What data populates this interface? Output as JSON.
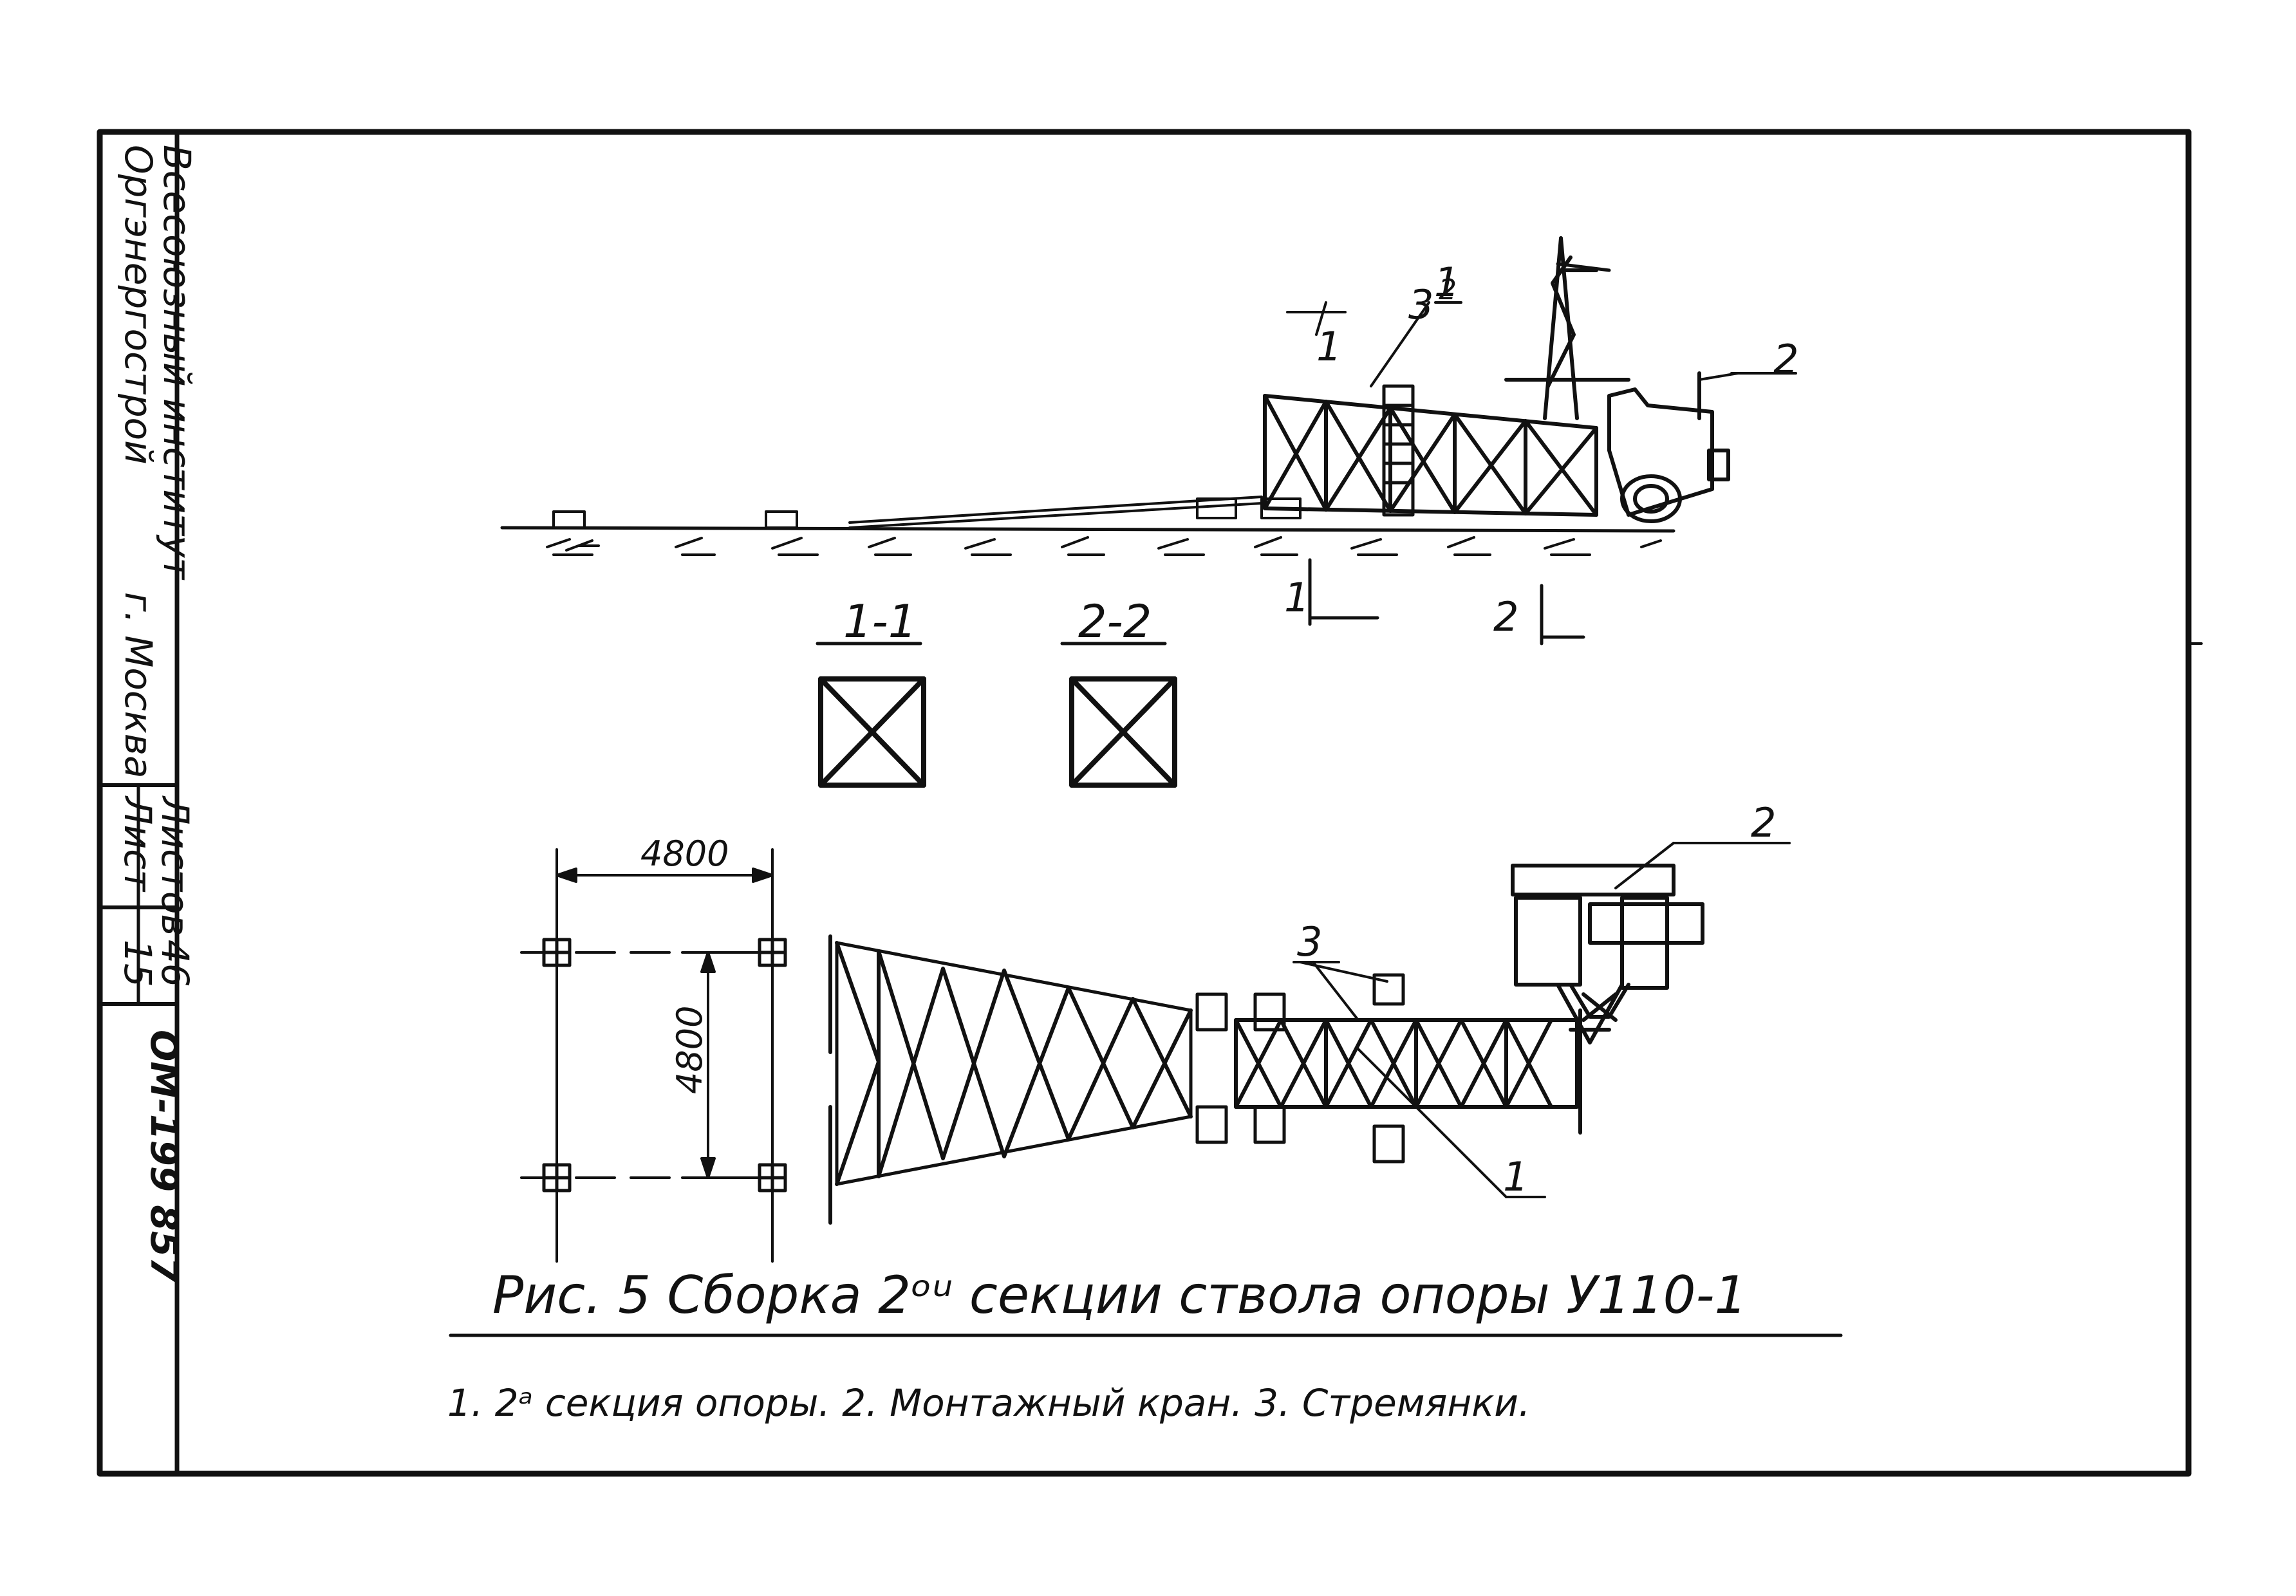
{
  "title_block": {
    "org_line1": "Всесоюзный институт",
    "org_line2": "Оргэнергострой",
    "org_line3": "г. Москва",
    "sheets_label": "Листов",
    "sheets_value": "46",
    "sheet_label": "Лист",
    "sheet_value": "15",
    "doc_number": "ОМ-199 857"
  },
  "caption": {
    "title": "Рис. 5  Сборка 2ᵒᵘ секции ствола опоры У110-1",
    "legend": "1. 2ᵃ секция опоры. 2. Монтажный кран. 3. Стремянки."
  },
  "callouts": {
    "section_1": "1",
    "crane_2_top": "2",
    "ladder_3_top": "3",
    "crane_2_plan": "2",
    "ladder_3_plan": "3",
    "section_1_plan": "1",
    "cut_mark_top_1": "1",
    "cut_mark_top_2": "2",
    "cut_mark_bottom_1": "1",
    "cut_mark_bottom_2": "2"
  },
  "sections": {
    "label_1": "1-1",
    "label_2": "2-2"
  },
  "dimensions": {
    "horizontal": "4800",
    "vertical": "4800"
  }
}
